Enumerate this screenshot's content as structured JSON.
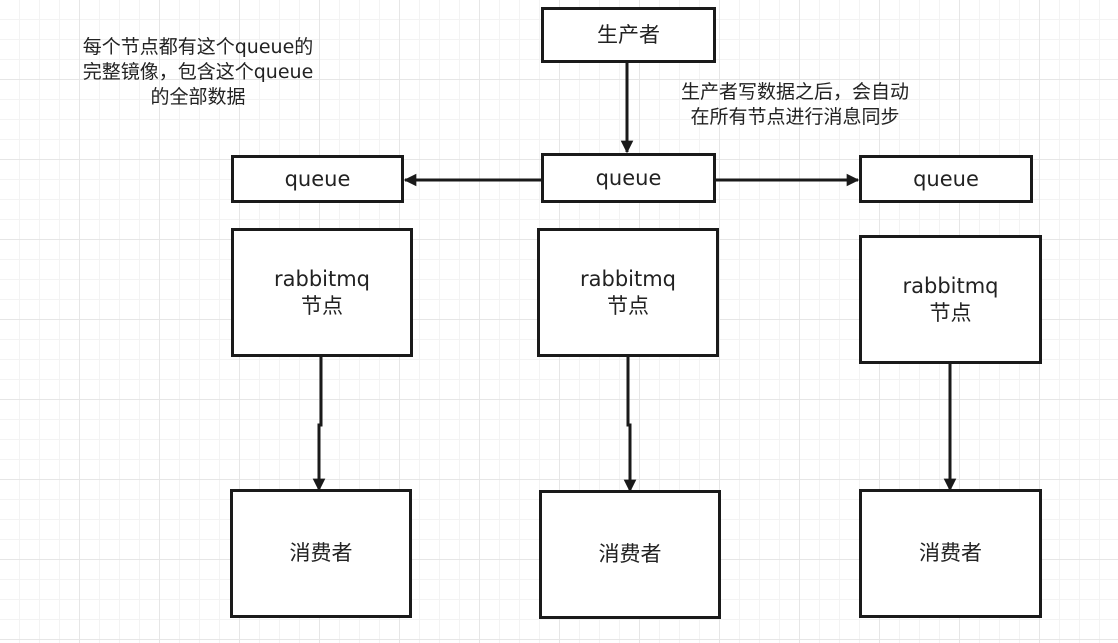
{
  "producer": "生产者",
  "notes": {
    "mirror": [
      "每个节点都有这个queue的",
      "完整镜像，包含这个queue",
      "的全部数据"
    ],
    "sync": [
      "生产者写数据之后，会自动",
      "在所有节点进行消息同步"
    ]
  },
  "queues": {
    "left": "queue",
    "center": "queue",
    "right": "queue"
  },
  "nodes": {
    "left": [
      "rabbitmq",
      "节点"
    ],
    "center": [
      "rabbitmq",
      "节点"
    ],
    "right": [
      "rabbitmq",
      "节点"
    ]
  },
  "consumers": {
    "left": "消费者",
    "center": "消费者",
    "right": "消费者"
  },
  "colors": {
    "stroke": "#1a1a1a",
    "grid": "#e6e6e6"
  }
}
